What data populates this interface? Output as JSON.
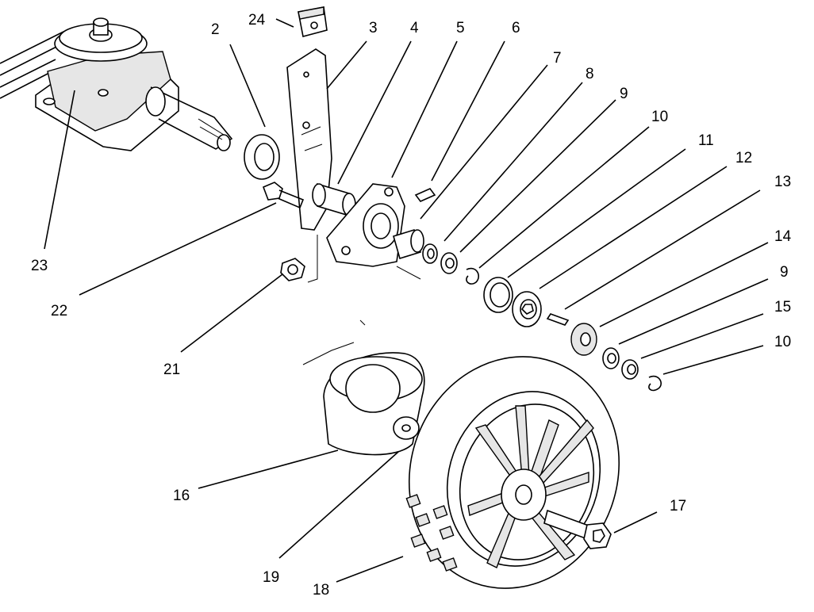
{
  "callouts": {
    "c2": "2",
    "c3": "3",
    "c4": "4",
    "c5": "5",
    "c6": "6",
    "c7": "7",
    "c8": "8",
    "c9a": "9",
    "c10a": "10",
    "c11": "11",
    "c12": "12",
    "c13": "13",
    "c14": "14",
    "c9b": "9",
    "c15": "15",
    "c10b": "10",
    "c16": "16",
    "c17": "17",
    "c18": "18",
    "c19": "19",
    "c21": "21",
    "c22": "22",
    "c23": "23",
    "c24": "24"
  }
}
